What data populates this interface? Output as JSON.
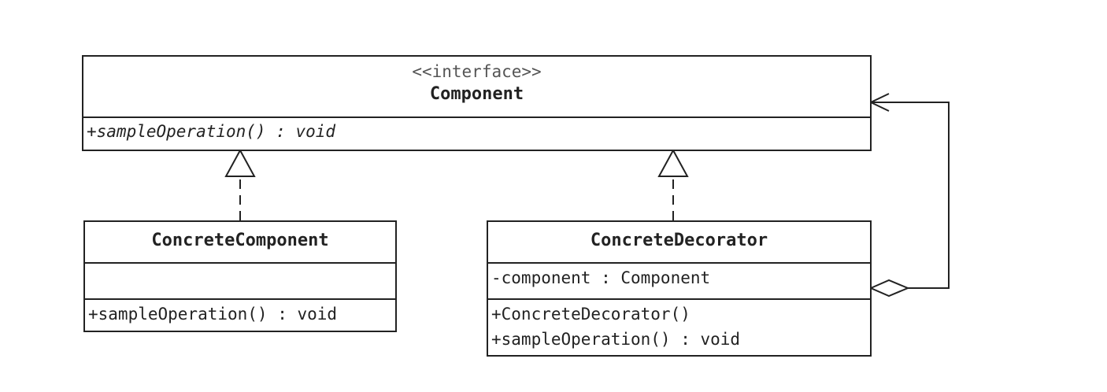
{
  "component": {
    "stereotype": "<<interface>>",
    "name": "Component",
    "operations": [
      "+sampleOperation() : void"
    ]
  },
  "concrete_component": {
    "name": "ConcreteComponent",
    "attributes": [],
    "operations": [
      "+sampleOperation() : void"
    ]
  },
  "concrete_decorator": {
    "name": "ConcreteDecorator",
    "attributes": [
      "-component : Component"
    ],
    "operations": [
      "+ConcreteDecorator()",
      "+sampleOperation() : void"
    ]
  },
  "colors": {
    "line": "#222222",
    "background": "#ffffff"
  }
}
